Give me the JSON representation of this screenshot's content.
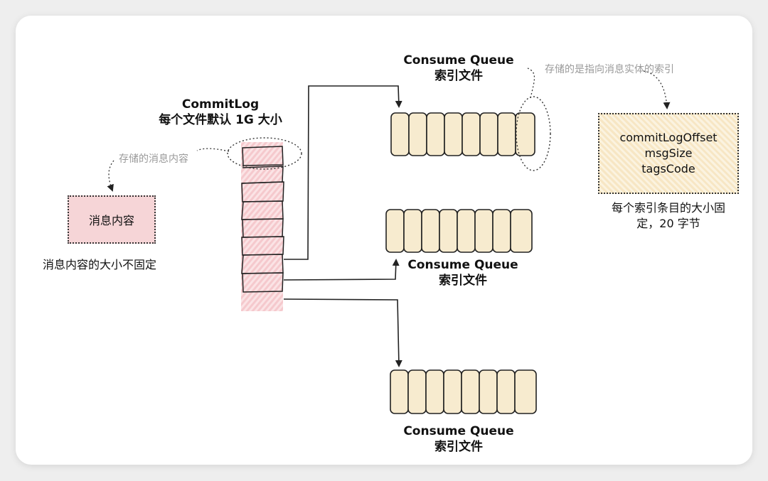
{
  "commitlog": {
    "title": "CommitLog",
    "subtitle": "每个文件默认 1G 大小",
    "note": "存储的消息内容"
  },
  "message_box": {
    "label": "消息内容",
    "caption": "消息内容的大小不固定"
  },
  "queues": [
    {
      "title": "Consume Queue",
      "subtitle": "索引文件"
    },
    {
      "title": "Consume Queue",
      "subtitle": "索引文件"
    },
    {
      "title": "Consume Queue",
      "subtitle": "索引文件"
    }
  ],
  "index_note": "存储的是指向消息实体的索引",
  "index_entry": {
    "fields": [
      "commitLogOffset",
      "msgSize",
      "tagsCode"
    ],
    "caption_line1": "每个索引条目的大小固",
    "caption_line2": "定，20 字节"
  },
  "colors": {
    "commitlog_fill": "#f8d3d6",
    "queue_fill": "#f7ebcf",
    "stroke": "#222222",
    "note_gray": "#9a9a9a"
  }
}
